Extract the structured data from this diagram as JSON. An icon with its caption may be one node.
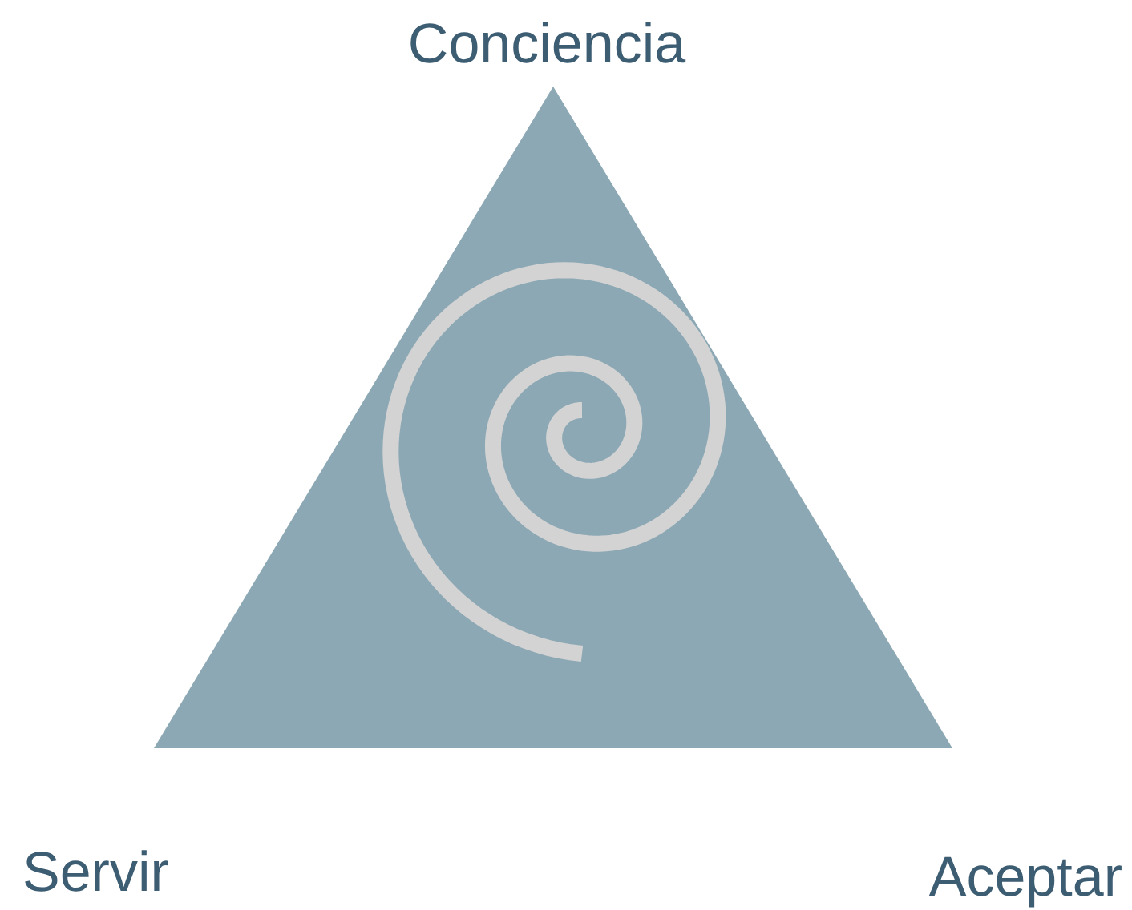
{
  "diagram": {
    "labels": [
      "Conciencia",
      "Servir",
      "Aceptar"
    ]
  }
}
